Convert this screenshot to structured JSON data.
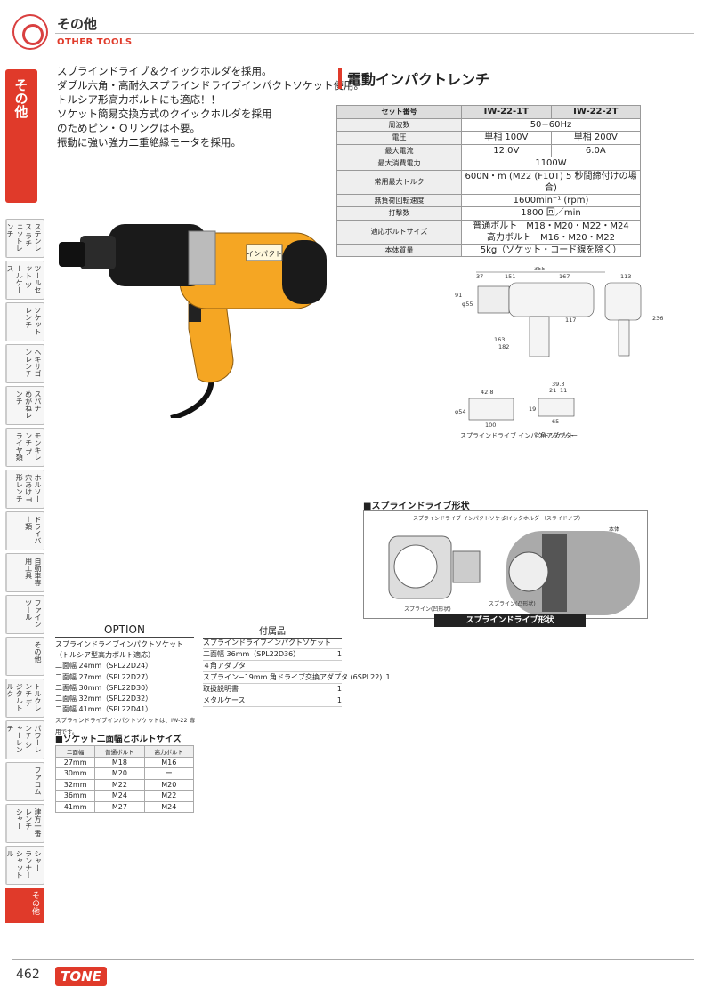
{
  "header": {
    "title_jp": "その他",
    "title_en": "OTHER TOOLS"
  },
  "sidebar": {
    "active": "その他",
    "tabs": [
      {
        "label": "ステンレス ラチェットレンチ"
      },
      {
        "label": "ツールセット ツールケース"
      },
      {
        "label": "ソケットレンチ"
      },
      {
        "label": "ヘキサゴンレンチ"
      },
      {
        "label": "スパナ めがねレンチ"
      },
      {
        "label": "モンキレンチ プライヤ類"
      },
      {
        "label": "ホルソー 穴あけ T形レンチ"
      },
      {
        "label": "ドライバー類"
      },
      {
        "label": "自動車専用工具"
      },
      {
        "label": "ファインツール"
      },
      {
        "label": "その他"
      },
      {
        "label": "トルクレンチ デジタルトルク"
      },
      {
        "label": "パワーレンチ シャーレンチ"
      },
      {
        "label": "ファコム"
      },
      {
        "label": "建方一番 レンチ シャー"
      },
      {
        "label": "シャー ランナー シャットル"
      }
    ],
    "bottom": "その他"
  },
  "intro": [
    "スプラインドライブ＆クイックホルダを採用。",
    "ダブル六角・高耐久スプラインドライブインパクトソケット使用。",
    "トルシア形高力ボルトにも適応！！",
    "ソケット簡易交換方式のクイックホルダを採用",
    "のためピン・Ｏリングは不要。",
    "振動に強い強力二重絶縁モータを採用。"
  ],
  "product": {
    "title": "電動インパクトレンチ",
    "spec": [
      {
        "k": "セット番号",
        "v1": "IW-22-1T",
        "v2": "IW-22-2T",
        "head": true
      },
      {
        "k": "周波数",
        "v": "50−60Hz"
      },
      {
        "k": "電圧",
        "v1": "単相 100V",
        "v2": "単相 200V"
      },
      {
        "k": "最大電流",
        "v1": "12.0V",
        "v2": "6.0A"
      },
      {
        "k": "最大消費電力",
        "v": "1100W"
      },
      {
        "k": "常用最大トルク",
        "v": "600N・m (M22 (F10T) 5 秒間締付けの場合)"
      },
      {
        "k": "無負荷回転速度",
        "v": "1600min⁻¹ (rpm)"
      },
      {
        "k": "打撃数",
        "v": "1800 回／min"
      },
      {
        "k": "適応ボルトサイズ",
        "v": "普通ボルト　M18・M20・M22・M24",
        "v_b": "高力ボルト　M16・M20・M22"
      },
      {
        "k": "本体質量",
        "v": "5kg（ソケット・コード線を除く）"
      }
    ],
    "tool_label": "インパクト",
    "dims": {
      "d355": "355",
      "d37": "37",
      "d151": "151",
      "d167": "167",
      "d113": "113",
      "d91": "91",
      "d55": "φ55",
      "d236": "236",
      "d117": "117",
      "d163": "163",
      "d182": "182",
      "d428": "42.8",
      "d54": "φ54",
      "d100": "100",
      "d393": "39.3",
      "d21": "21",
      "d11": "11",
      "d19": "19",
      "d65": "65"
    },
    "dim_caption_socket": "スプラインドライブ インパクトソケット",
    "dim_caption_adapter": "４角アダプター"
  },
  "spline": {
    "title": "■スプラインドライブ形状",
    "labels": {
      "socket": "スプラインドライブ インパクトソケット",
      "holder": "クイックホルダ （スライドノブ）",
      "body": "本体",
      "spline_recess": "スプライン(凹形状)",
      "spline_raised": "スプライン(凸形状)"
    },
    "caption": "スプラインドライブ形状"
  },
  "option": {
    "title": "OPTION",
    "items": [
      "スプラインドライブインパクトソケット",
      "（トルシア型高力ボルト適応）",
      "二面幅 24mm（SPL22D24）",
      "二面幅 27mm（SPL22D27）",
      "二面幅 30mm（SPL22D30）",
      "二面幅 32mm（SPL22D32）",
      "二面幅 41mm（SPL22D41）"
    ],
    "note": "スプラインドライブインパクトソケットは、IW-22 専用です。"
  },
  "accessories": {
    "title": "付属品",
    "items": [
      {
        "name": "スプラインドライブインパクトソケット",
        "qty": ""
      },
      {
        "name": "二面幅 36mm（SPL22D36）",
        "qty": "1"
      },
      {
        "name": "４角アダプタ",
        "qty": ""
      },
      {
        "name": "スプライン−19mm 角ドライブ交換アダプタ (6SPL22)",
        "qty": "1"
      },
      {
        "name": "取扱説明書",
        "qty": "1"
      },
      {
        "name": "メタルケース",
        "qty": "1"
      }
    ]
  },
  "socket_table": {
    "title": "■ソケット二面幅とボルトサイズ",
    "headers": [
      "二面幅",
      "普通ボルト",
      "高力ボルト"
    ],
    "rows": [
      [
        "27mm",
        "M18",
        "M16"
      ],
      [
        "30mm",
        "M20",
        "ー"
      ],
      [
        "32mm",
        "M22",
        "M20"
      ],
      [
        "36mm",
        "M24",
        "M22"
      ],
      [
        "41mm",
        "M27",
        "M24"
      ]
    ]
  },
  "footer": {
    "page": "462",
    "logo": "TONE"
  },
  "colors": {
    "accent": "#e03a2a",
    "tool_body": "#f5a623",
    "tool_dark": "#1a1a1a"
  }
}
